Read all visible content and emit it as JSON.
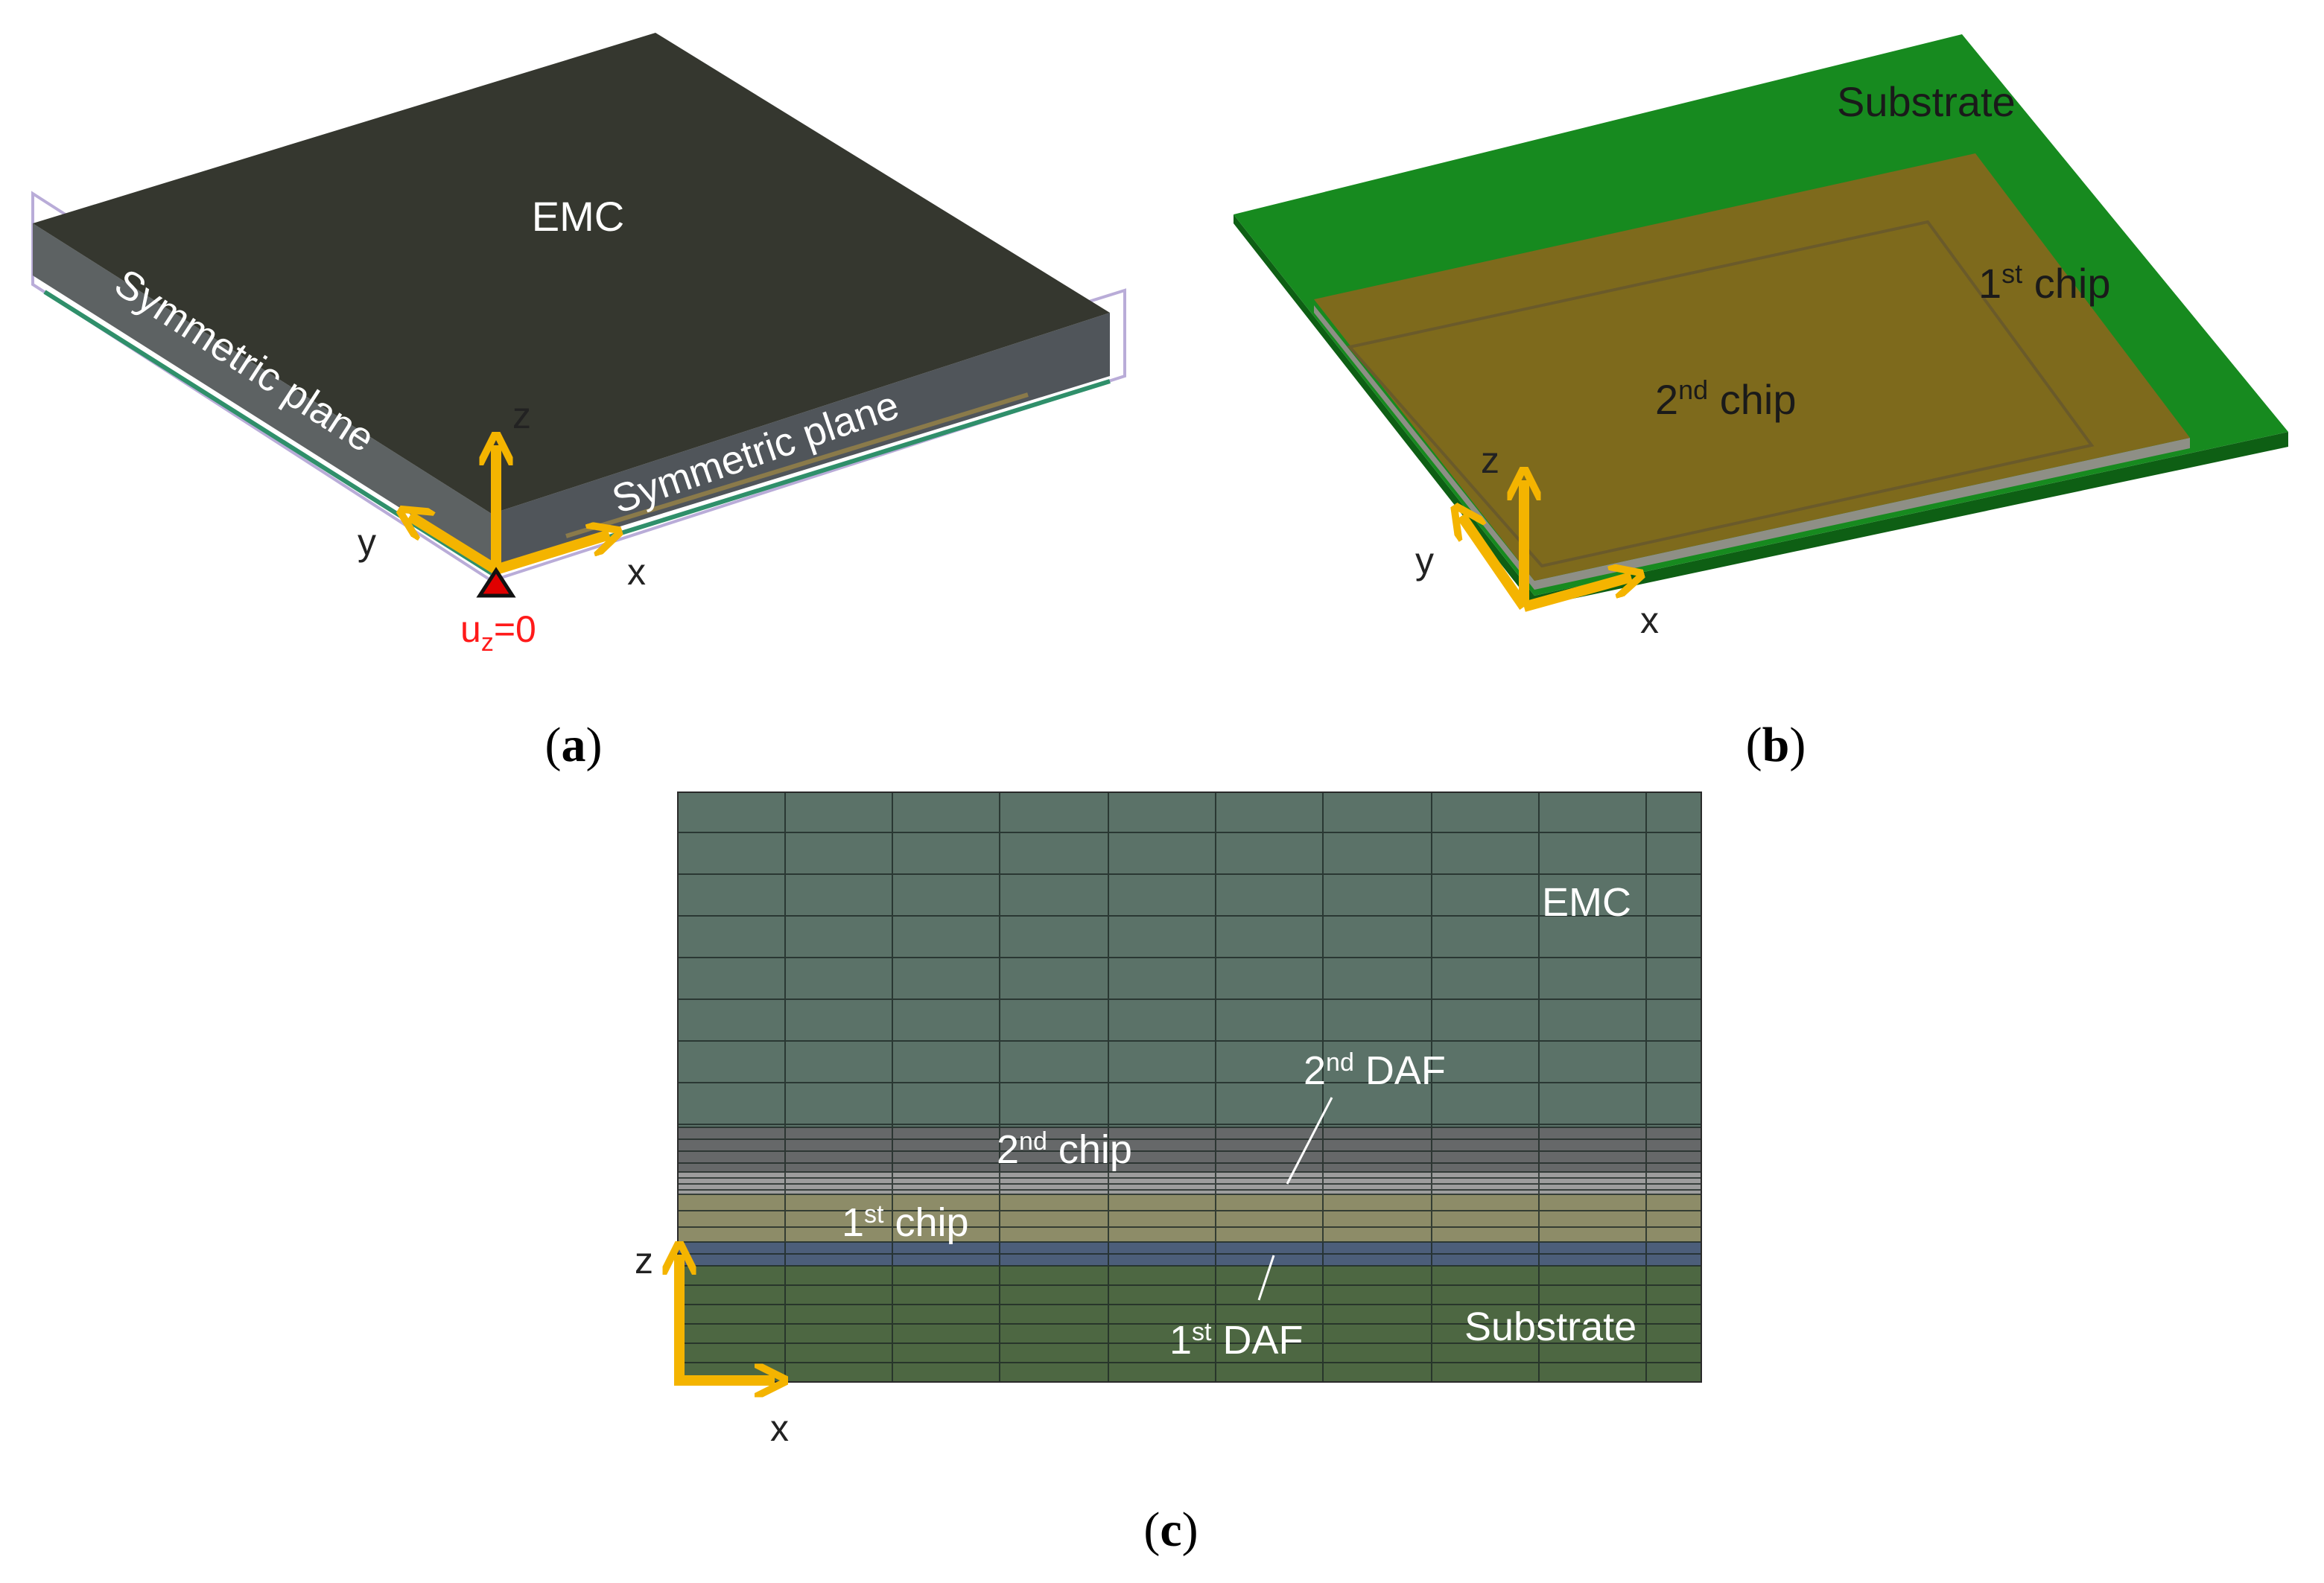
{
  "panel_a": {
    "emc_label": "EMC",
    "sym_plane_left": "Symmetric plane",
    "sym_plane_right": "Symmetric plane",
    "axis_z": "z",
    "axis_y": "y",
    "axis_x": "x",
    "bc_u": "u",
    "bc_sub": "z",
    "bc_value": "=0"
  },
  "panel_b": {
    "substrate_label": "Substrate",
    "chip1_num": "1",
    "chip1_sup": "st",
    "chip1_word": " chip",
    "chip2_num": "2",
    "chip2_sup": "nd",
    "chip2_word": " chip",
    "axis_z": "z",
    "axis_y": "y",
    "axis_x": "x"
  },
  "panel_c": {
    "emc_label": "EMC",
    "daf2_num": "2",
    "daf2_sup": "nd",
    "daf2_word": " DAF",
    "chip2_num": "2",
    "chip2_sup": "nd",
    "chip2_word": " chip",
    "chip1_num": "1",
    "chip1_sup": "st",
    "chip1_word": " chip",
    "daf1_num": "1",
    "daf1_sup": "st",
    "daf1_word": " DAF",
    "substrate_label": "Substrate",
    "axis_z": "z",
    "axis_x": "x"
  },
  "captions": {
    "a": "a",
    "b": "b",
    "c": "c"
  },
  "colors": {
    "emc_top": "#35372f",
    "emc_side": "#5c6162",
    "substrate_green": "#178a1f",
    "chip_gold": "#7e6a1c",
    "mesh_emc": "#5b7268",
    "mesh_chip2": "#666869",
    "mesh_chip1": "#8d8c68",
    "mesh_daf1": "#4c5e7a",
    "mesh_substrate": "#4d6742",
    "axis_arrow": "#f4b400",
    "bc_red": "#ff1a1a"
  }
}
